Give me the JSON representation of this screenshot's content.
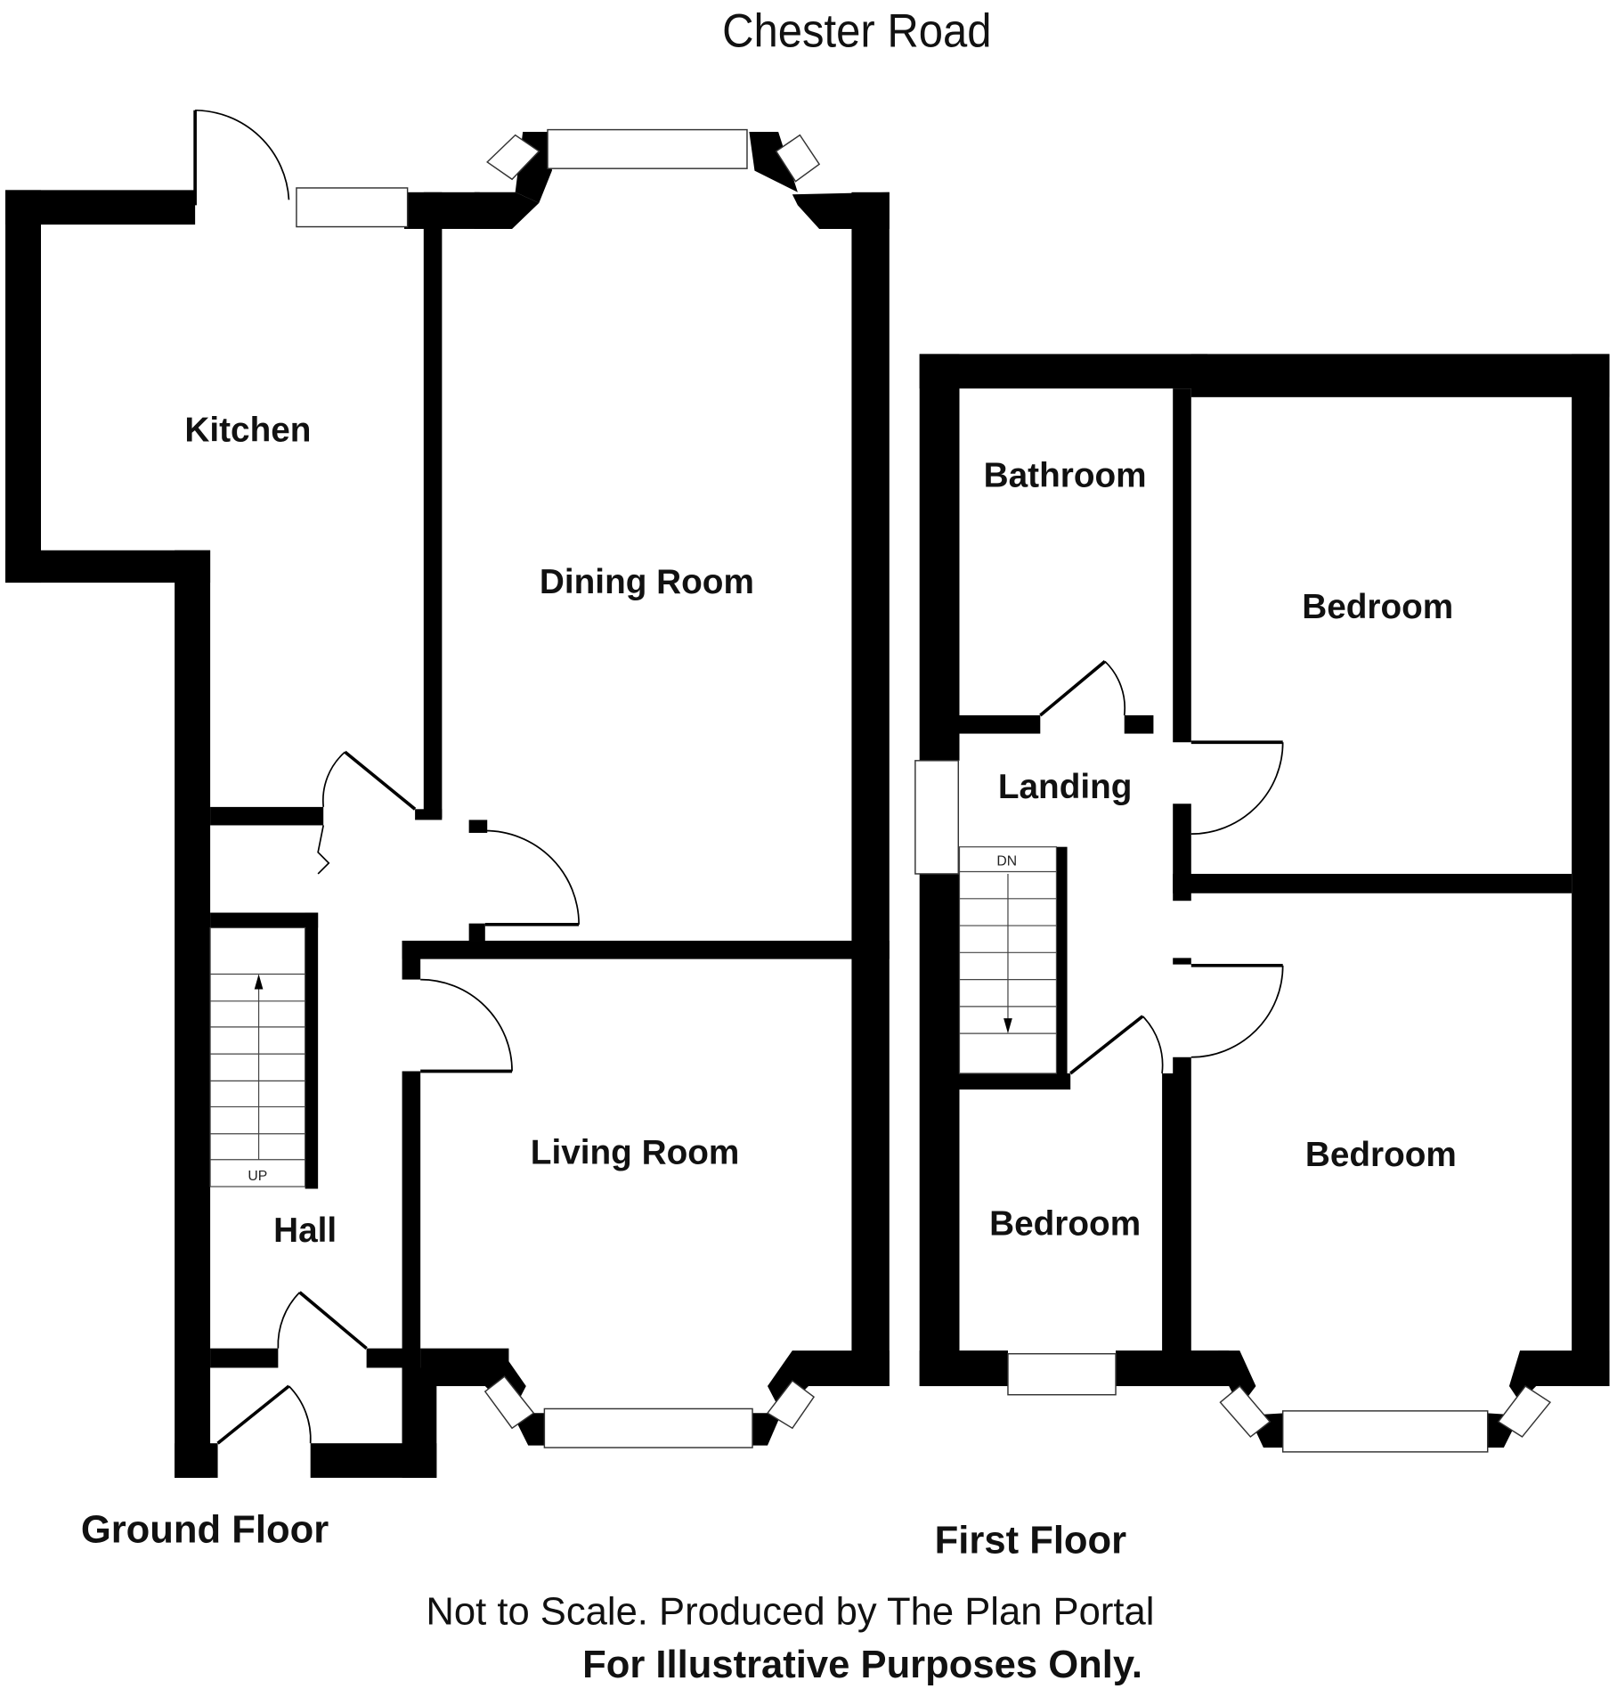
{
  "title": "Chester Road",
  "ground_floor": {
    "label": "Ground Floor",
    "rooms": [
      "Kitchen",
      "Dining Room",
      "Living Room",
      "Hall"
    ],
    "stairs_label": "UP"
  },
  "first_floor": {
    "label": "First Floor",
    "rooms": [
      "Bathroom",
      "Bedroom",
      "Landing",
      "Bedroom",
      "Bedroom"
    ],
    "stairs_label": "DN"
  },
  "footer": {
    "line1": "Not to Scale. Produced by The Plan Portal",
    "line2": "For Illustrative Purposes Only."
  }
}
